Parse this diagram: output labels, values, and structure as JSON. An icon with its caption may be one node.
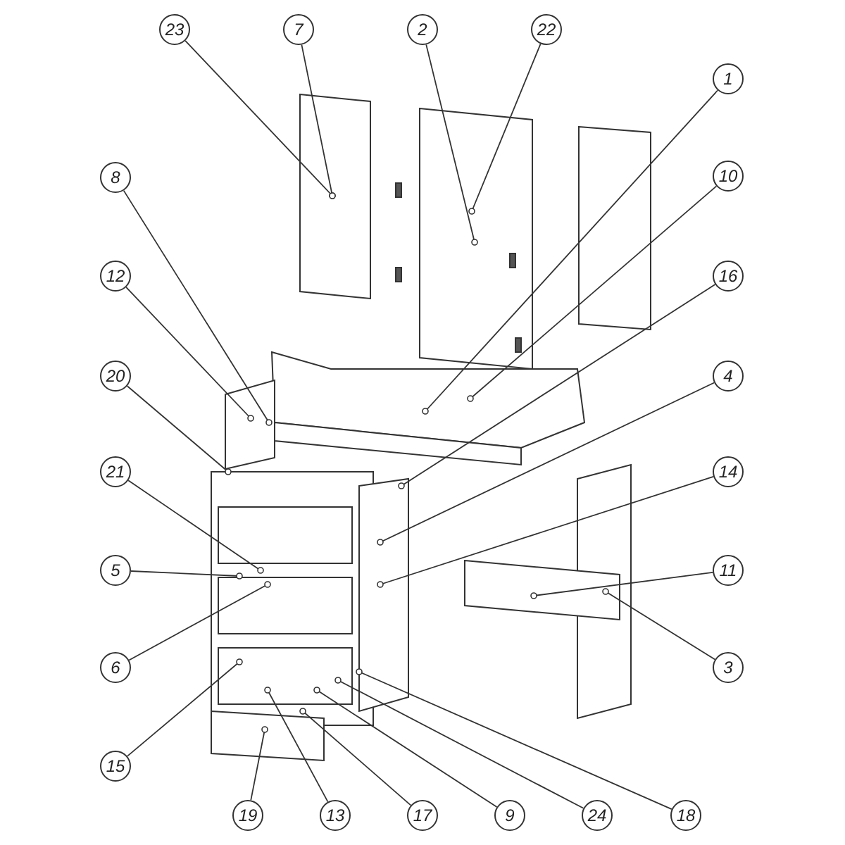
{
  "diagram": {
    "nodes": [
      {
        "text": [
          "23"
        ]
      },
      {
        "text": [
          "7"
        ]
      },
      {
        "text": [
          "2"
        ]
      },
      {
        "text": [
          "22"
        ]
      },
      {
        "text": [
          "1"
        ]
      },
      {
        "text": [
          "10"
        ]
      },
      {
        "text": [
          "8"
        ]
      },
      {
        "text": [
          "16"
        ]
      },
      {
        "text": [
          "12"
        ]
      },
      {
        "text": [
          "20"
        ]
      },
      {
        "text": [
          "4"
        ]
      },
      {
        "text": [
          "14"
        ]
      },
      {
        "text": [
          "21"
        ]
      },
      {
        "text": [
          "5"
        ]
      },
      {
        "text": [
          "11"
        ]
      },
      {
        "text": [
          "6"
        ]
      },
      {
        "text": [
          "3"
        ]
      },
      {
        "text": [
          "15"
        ]
      },
      {
        "text": [
          "19"
        ]
      },
      {
        "text": [
          "13"
        ]
      },
      {
        "text": [
          "17"
        ]
      },
      {
        "text": [
          "9"
        ]
      },
      {
        "text": [
          "24"
        ]
      },
      {
        "text": [
          "18"
        ]
      }
    ],
    "edges": [
      {
        "from": 0,
        "to": null,
        "arrow": "other"
      },
      {
        "from": 1,
        "to": null,
        "arrow": "other"
      },
      {
        "from": 2,
        "to": null,
        "arrow": "other"
      },
      {
        "from": 3,
        "to": null,
        "arrow": "other"
      },
      {
        "from": 4,
        "to": null,
        "arrow": "other"
      },
      {
        "from": 5,
        "to": null,
        "arrow": "other"
      },
      {
        "from": 6,
        "to": null,
        "arrow": "other"
      },
      {
        "from": 7,
        "to": null,
        "arrow": "other"
      },
      {
        "from": 8,
        "to": null,
        "arrow": "other"
      },
      {
        "from": 9,
        "to": null,
        "arrow": "other"
      },
      {
        "from": 10,
        "to": null,
        "arrow": "other"
      },
      {
        "from": 11,
        "to": null,
        "arrow": "other"
      },
      {
        "from": 12,
        "to": null,
        "arrow": "other"
      },
      {
        "from": 13,
        "to": null,
        "arrow": "other"
      },
      {
        "from": 14,
        "to": null,
        "arrow": "other"
      },
      {
        "from": 15,
        "to": null,
        "arrow": "other"
      },
      {
        "from": 16,
        "to": null,
        "arrow": "other"
      },
      {
        "from": 17,
        "to": null,
        "arrow": "other"
      },
      {
        "from": 18,
        "to": null,
        "arrow": "other"
      },
      {
        "from": 19,
        "to": null,
        "arrow": "other"
      },
      {
        "from": 20,
        "to": null,
        "arrow": "other"
      },
      {
        "from": 21,
        "to": null,
        "arrow": "other"
      },
      {
        "from": 22,
        "to": null,
        "arrow": "other"
      },
      {
        "from": 23,
        "to": null,
        "arrow": "other"
      }
    ]
  }
}
